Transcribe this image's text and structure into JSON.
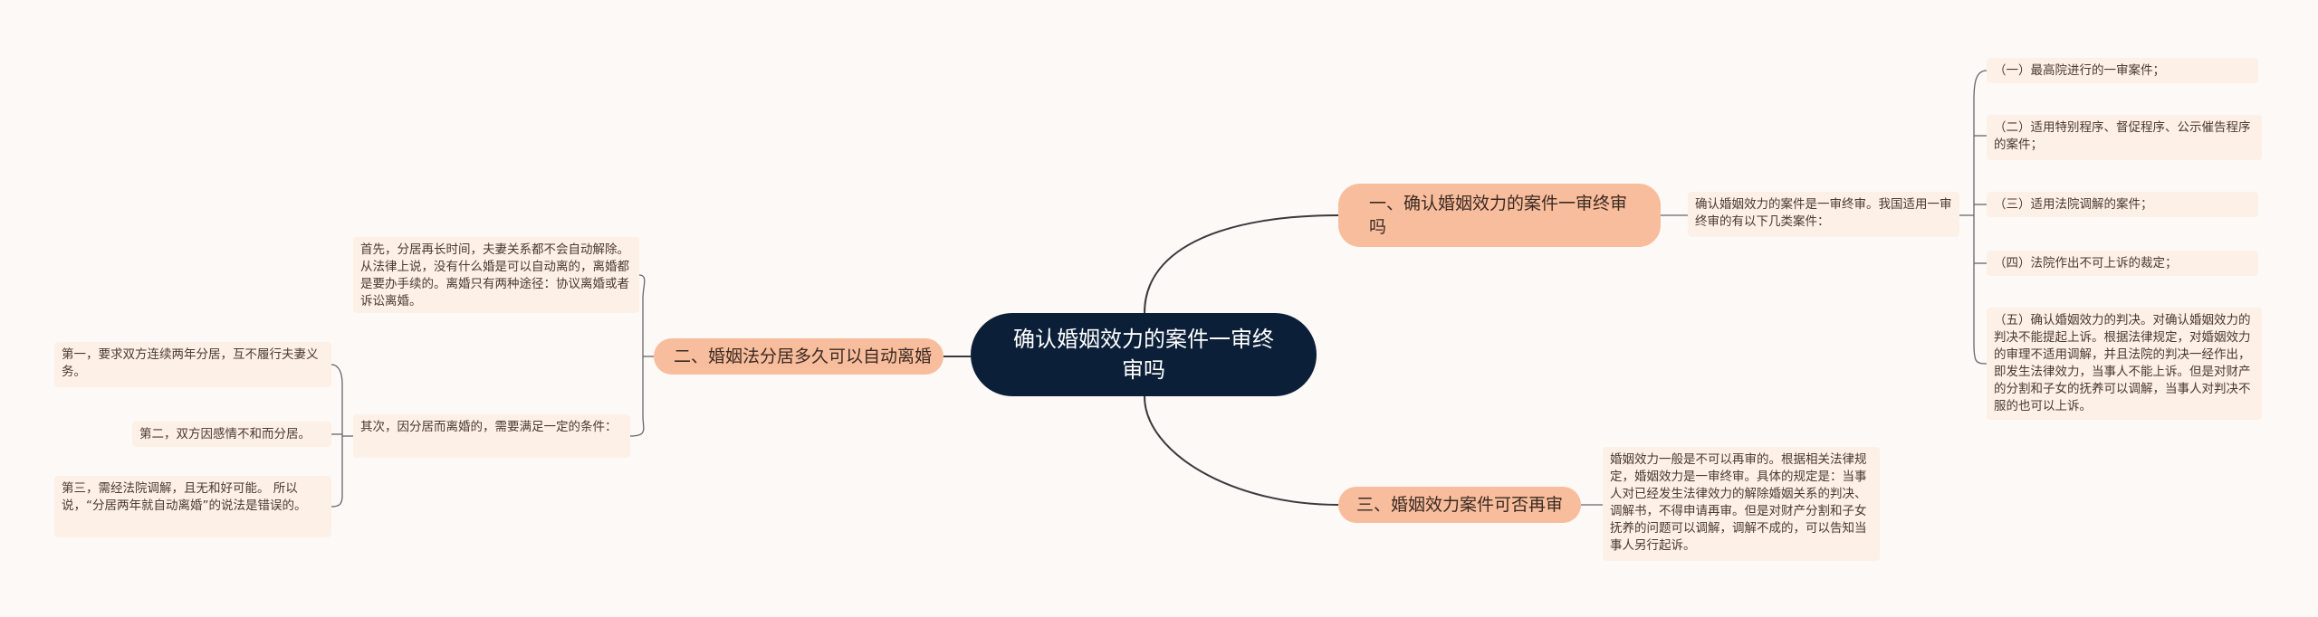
{
  "mindmap": {
    "root": {
      "text": "确认婚姻效力的案件一审终审吗"
    },
    "branches": [
      {
        "text": "一、确认婚姻效力的案件一审终审吗",
        "summary": "确认婚姻效力的案件是一审终审。我国适用一审终审的有以下几类案件：",
        "items": [
          "（一）最高院进行的一审案件；",
          "（二）适用特别程序、督促程序、公示催告程序的案件；",
          "（三）适用法院调解的案件；",
          "（四）法院作出不可上诉的裁定；",
          "（五）确认婚姻效力的判决。对确认婚姻效力的判决不能提起上诉。根据法律规定，对婚姻效力的审理不适用调解，并且法院的判决一经作出，即发生法律效力，当事人不能上诉。但是对财产的分割和子女的抚养可以调解，当事人对判决不服的也可以上诉。"
        ]
      },
      {
        "text": "二、婚姻法分居多久可以自动离婚",
        "first": "首先，分居再长时间，夫妻关系都不会自动解除。从法律上说，没有什么婚是可以自动离的，离婚都是要办手续的。离婚只有两种途径：协议离婚或者诉讼离婚。",
        "second": "其次，因分居而离婚的，需要满足一定的条件：",
        "conditions": [
          "第一，要求双方连续两年分居，互不履行夫妻义务。",
          "第二，双方因感情不和而分居。",
          "第三，需经法院调解，且无和好可能。 所以说，“分居两年就自动离婚”的说法是错误的。"
        ]
      },
      {
        "text": "三、婚姻效力案件可否再审",
        "detail": "婚姻效力一般是不可以再审的。根据相关法律规定，婚姻效力是一审终审。具体的规定是：当事人对已经发生法律效力的解除婚姻关系的判决、调解书，不得申请再审。但是对财产分割和子女抚养的问题可以调解，调解不成的，可以告知当事人另行起诉。"
      }
    ]
  },
  "colors": {
    "root_fill": "#0c1f38",
    "branch_fill": "#f8bd9c",
    "leaf_fill": "#fdf0e6",
    "line": "#3a3a3a"
  }
}
